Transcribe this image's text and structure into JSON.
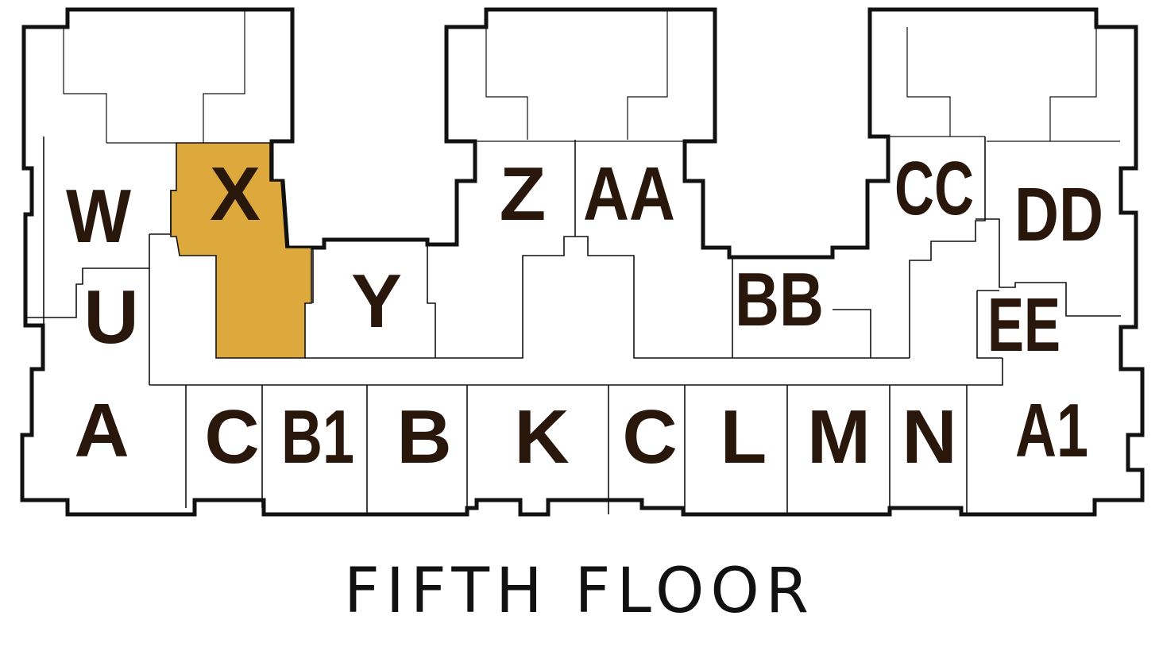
{
  "floor_title": "FIFTH FLOOR",
  "highlight_color": "#DDA83C",
  "label_color": "#2A170C",
  "units": [
    {
      "id": "W",
      "label": "W",
      "highlighted": false
    },
    {
      "id": "X",
      "label": "X",
      "highlighted": true
    },
    {
      "id": "Y",
      "label": "Y",
      "highlighted": false
    },
    {
      "id": "Z",
      "label": "Z",
      "highlighted": false
    },
    {
      "id": "AA",
      "label": "AA",
      "highlighted": false
    },
    {
      "id": "BB",
      "label": "BB",
      "highlighted": false
    },
    {
      "id": "CC",
      "label": "CC",
      "highlighted": false
    },
    {
      "id": "DD",
      "label": "DD",
      "highlighted": false
    },
    {
      "id": "EE",
      "label": "EE",
      "highlighted": false
    },
    {
      "id": "U",
      "label": "U",
      "highlighted": false
    },
    {
      "id": "A",
      "label": "A",
      "highlighted": false
    },
    {
      "id": "C-left",
      "label": "C",
      "highlighted": false
    },
    {
      "id": "B1",
      "label": "B1",
      "highlighted": false
    },
    {
      "id": "B",
      "label": "B",
      "highlighted": false
    },
    {
      "id": "K",
      "label": "K",
      "highlighted": false
    },
    {
      "id": "C-right",
      "label": "C",
      "highlighted": false
    },
    {
      "id": "L",
      "label": "L",
      "highlighted": false
    },
    {
      "id": "M",
      "label": "M",
      "highlighted": false
    },
    {
      "id": "N",
      "label": "N",
      "highlighted": false
    },
    {
      "id": "A1",
      "label": "A1",
      "highlighted": false
    }
  ]
}
